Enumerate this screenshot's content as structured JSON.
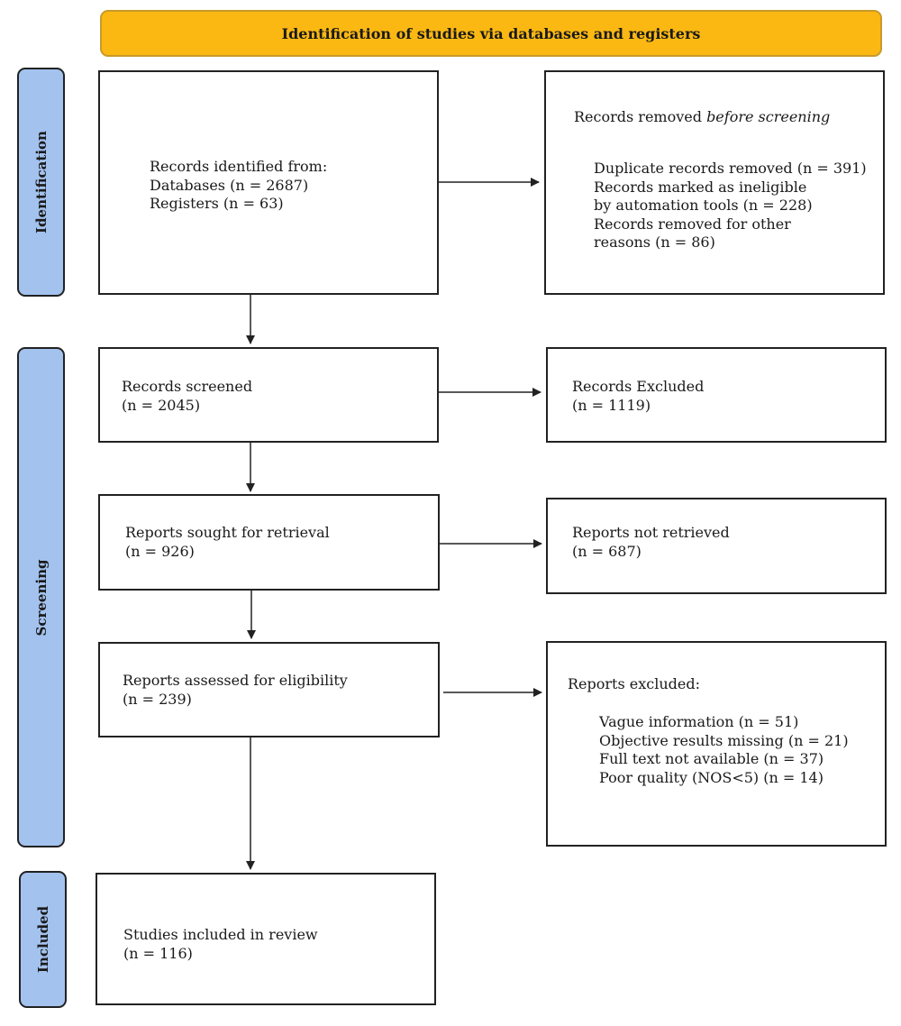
{
  "header": {
    "title": "Identification of studies via databases and registers"
  },
  "phases": {
    "identification": "Identification",
    "screening": "Screening",
    "included": "Included"
  },
  "records_identified": {
    "heading": "Records identified from:",
    "databases": "Databases (n = 2687)",
    "registers": "Registers (n = 63)"
  },
  "records_removed": {
    "heading_normal": "Records removed ",
    "heading_italic": "before screening",
    "lines": [
      "Duplicate records removed (n = 391)",
      "Records marked as ineligible",
      "by automation tools (n = 228)",
      "Records removed for other",
      "reasons (n = 86)"
    ]
  },
  "records_screened": {
    "label": "Records screened",
    "count": "(n = 2045)"
  },
  "records_excluded": {
    "label": "Records Excluded",
    "count": "(n = 1119)"
  },
  "reports_sought": {
    "label": "Reports sought for retrieval",
    "count": "(n = 926)"
  },
  "reports_not_retrieved": {
    "label": "Reports not retrieved",
    "count": "(n = 687)"
  },
  "reports_assessed": {
    "label": "Reports assessed for eligibility",
    "count": "(n = 239)"
  },
  "reports_excluded": {
    "heading": "Reports excluded:",
    "lines": [
      "Vague information (n = 51)",
      "Objective results missing (n = 21)",
      "Full text not available (n = 37)",
      "Poor quality (NOS<5) (n = 14)"
    ]
  },
  "studies_included": {
    "label": "Studies included in review",
    "count": "(n = 116)"
  },
  "colors": {
    "header_fill": "#fbb812",
    "phase_fill": "#a3c2ee",
    "stroke": "#222222"
  }
}
